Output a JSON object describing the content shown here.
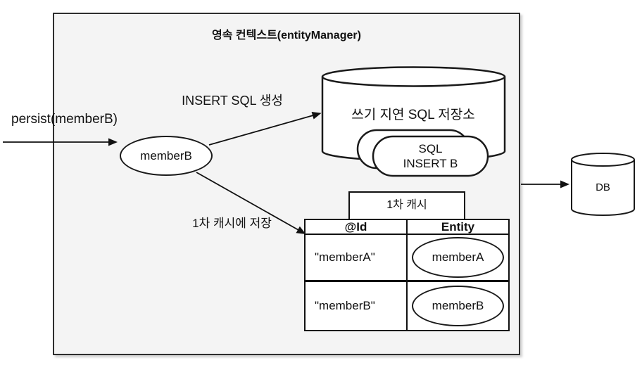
{
  "colors": {
    "container_bg": "#f4f4f4",
    "stroke": "#1a1a1a",
    "text": "#111111",
    "shape_fill": "#ffffff"
  },
  "container": {
    "title": "영속 컨텍스트(entityManager)"
  },
  "persist": {
    "label": "persist(memberB)"
  },
  "entity": {
    "label": "memberB"
  },
  "arrows": {
    "insert_sql_label": "INSERT SQL 생성",
    "cache_save_label": "1차 캐시에 저장"
  },
  "sql_store": {
    "title": "쓰기 지연 SQL 저장소",
    "card_line1": "SQL",
    "card_line2": "INSERT B"
  },
  "cache": {
    "title": "1차 캐시",
    "columns": [
      "@Id",
      "Entity"
    ],
    "rows": [
      {
        "id": "\"memberA\"",
        "entity": "memberA"
      },
      {
        "id": "\"memberB\"",
        "entity": "memberB"
      }
    ]
  },
  "db": {
    "label": "DB"
  }
}
